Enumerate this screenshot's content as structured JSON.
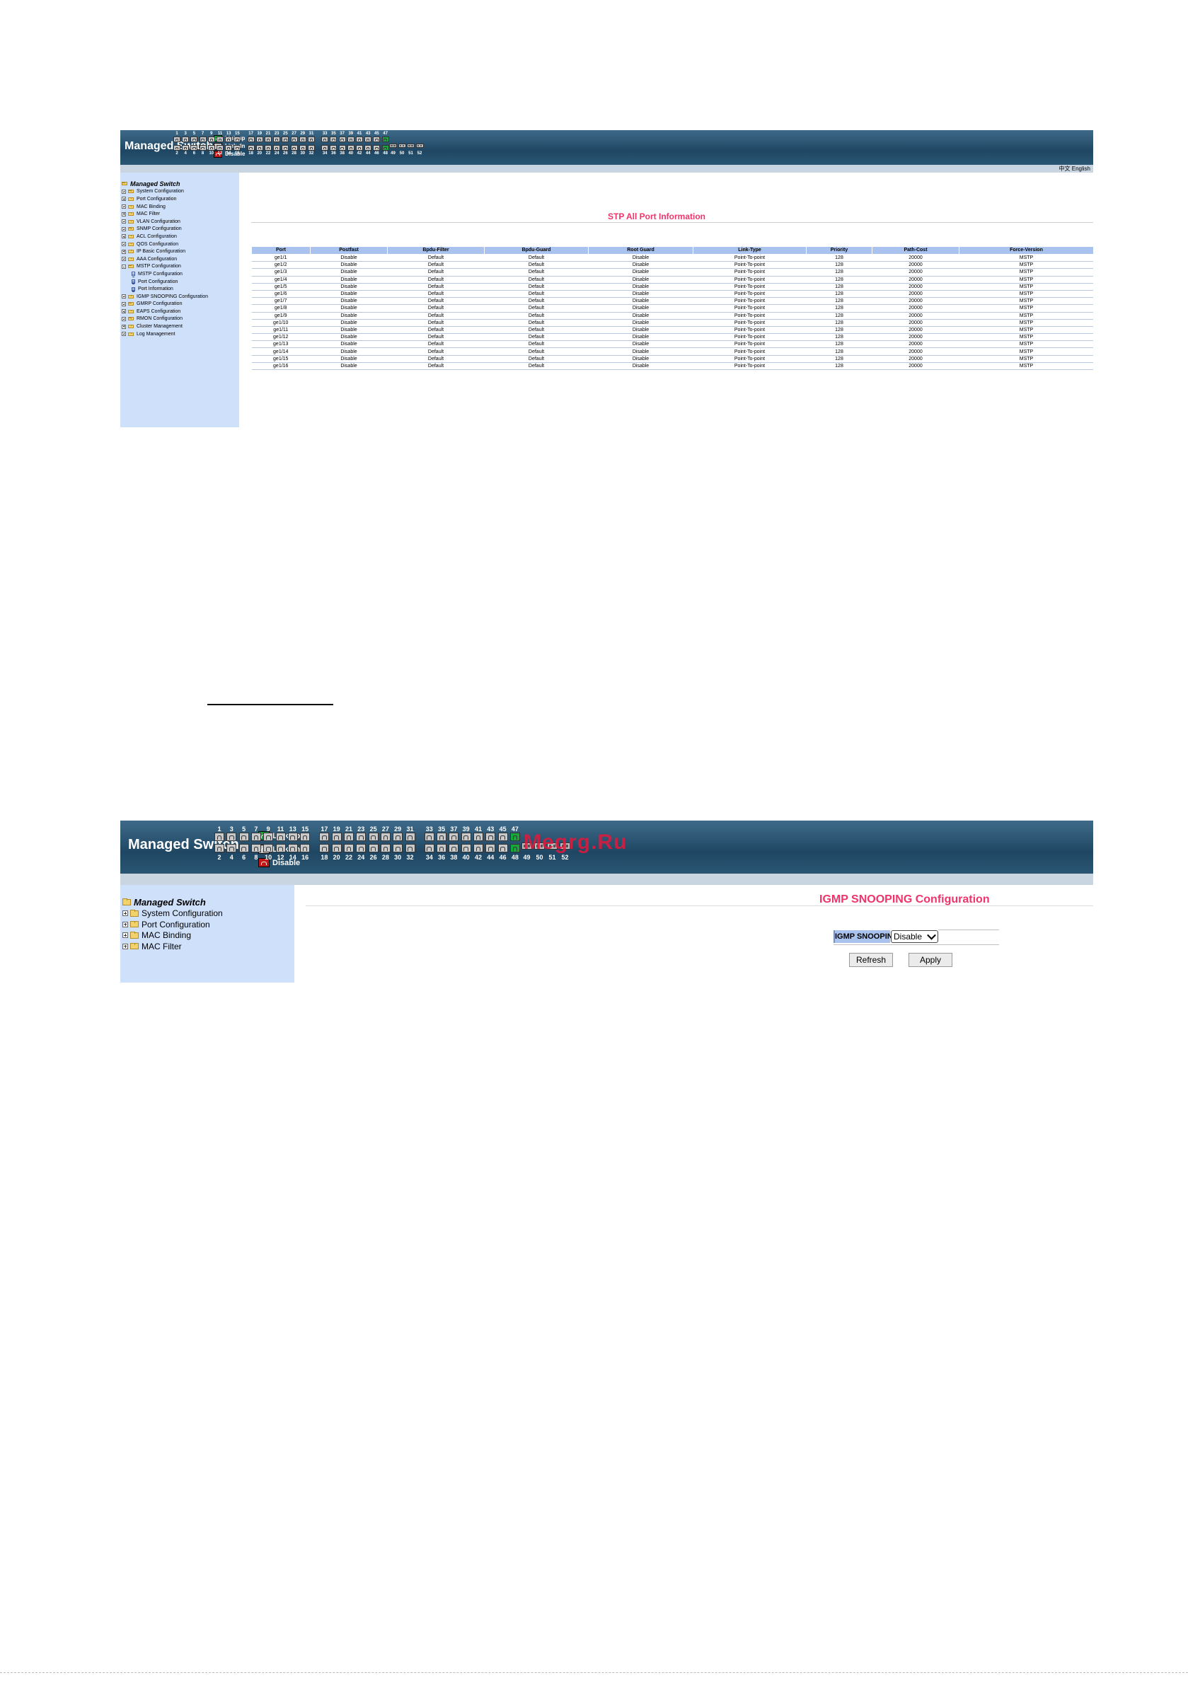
{
  "header": {
    "title": "Managed Switch",
    "legend": [
      {
        "label": "Link up",
        "color": "#16a83a"
      },
      {
        "label": "Link dn",
        "color": "#c9c9c9"
      },
      {
        "label": "Disable",
        "color": "#c01818"
      }
    ],
    "top_numbers": [
      "1",
      "3",
      "5",
      "7",
      "9",
      "11",
      "13",
      "15",
      "17",
      "19",
      "21",
      "23",
      "25",
      "27",
      "29",
      "31",
      "33",
      "35",
      "37",
      "39",
      "41",
      "43",
      "45",
      "47"
    ],
    "bottom_numbers": [
      "2",
      "4",
      "6",
      "8",
      "10",
      "12",
      "14",
      "16",
      "18",
      "20",
      "22",
      "24",
      "26",
      "28",
      "30",
      "32",
      "34",
      "36",
      "38",
      "40",
      "42",
      "44",
      "46",
      "48"
    ],
    "sfp_numbers": [
      "49",
      "50",
      "51",
      "52"
    ],
    "link_up_ports": [
      "47",
      "48"
    ]
  },
  "language": "中文  English",
  "sidebar": {
    "root": "Managed Switch",
    "items": [
      {
        "label": "System Configuration"
      },
      {
        "label": "Port Configuration"
      },
      {
        "label": "MAC Binding"
      },
      {
        "label": "MAC Filter"
      },
      {
        "label": "VLAN Configuration"
      },
      {
        "label": "SNMP Configuration"
      },
      {
        "label": "ACL Configuration"
      },
      {
        "label": "QOS Configuration"
      },
      {
        "label": "IP Basic Configuration"
      },
      {
        "label": "AAA Configuration"
      },
      {
        "label": "MSTP Configuration"
      },
      {
        "label": "MSTP Configuration",
        "child": true
      },
      {
        "label": "Port Configuration",
        "child": true
      },
      {
        "label": "Port Information",
        "child": true
      },
      {
        "label": "IGMP SNOOPING Configuration"
      },
      {
        "label": "GMRP Configuration"
      },
      {
        "label": "EAPS Configuration"
      },
      {
        "label": "RMON Configuration"
      },
      {
        "label": "Cluster Management"
      },
      {
        "label": "Log Management"
      }
    ]
  },
  "stp": {
    "title": "STP All Port Information",
    "columns": [
      "Port",
      "Postfast",
      "Bpdu-Filter",
      "Bpdu-Guard",
      "Root Guard",
      "Link-Type",
      "Priority",
      "Path-Cost",
      "Force-Version"
    ],
    "rows": [
      [
        "ge1/1",
        "Disable",
        "Default",
        "Default",
        "Disable",
        "Point-To-point",
        "128",
        "20000",
        "MSTP"
      ],
      [
        "ge1/2",
        "Disable",
        "Default",
        "Default",
        "Disable",
        "Point-To-point",
        "128",
        "20000",
        "MSTP"
      ],
      [
        "ge1/3",
        "Disable",
        "Default",
        "Default",
        "Disable",
        "Point-To-point",
        "128",
        "20000",
        "MSTP"
      ],
      [
        "ge1/4",
        "Disable",
        "Default",
        "Default",
        "Disable",
        "Point-To-point",
        "128",
        "20000",
        "MSTP"
      ],
      [
        "ge1/5",
        "Disable",
        "Default",
        "Default",
        "Disable",
        "Point-To-point",
        "128",
        "20000",
        "MSTP"
      ],
      [
        "ge1/6",
        "Disable",
        "Default",
        "Default",
        "Disable",
        "Point-To-point",
        "128",
        "20000",
        "MSTP"
      ],
      [
        "ge1/7",
        "Disable",
        "Default",
        "Default",
        "Disable",
        "Point-To-point",
        "128",
        "20000",
        "MSTP"
      ],
      [
        "ge1/8",
        "Disable",
        "Default",
        "Default",
        "Disable",
        "Point-To-point",
        "128",
        "20000",
        "MSTP"
      ],
      [
        "ge1/9",
        "Disable",
        "Default",
        "Default",
        "Disable",
        "Point-To-point",
        "128",
        "20000",
        "MSTP"
      ],
      [
        "ge1/10",
        "Disable",
        "Default",
        "Default",
        "Disable",
        "Point-To-point",
        "128",
        "20000",
        "MSTP"
      ],
      [
        "ge1/11",
        "Disable",
        "Default",
        "Default",
        "Disable",
        "Point-To-point",
        "128",
        "20000",
        "MSTP"
      ],
      [
        "ge1/12",
        "Disable",
        "Default",
        "Default",
        "Disable",
        "Point-To-point",
        "128",
        "20000",
        "MSTP"
      ],
      [
        "ge1/13",
        "Disable",
        "Default",
        "Default",
        "Disable",
        "Point-To-point",
        "128",
        "20000",
        "MSTP"
      ],
      [
        "ge1/14",
        "Disable",
        "Default",
        "Default",
        "Disable",
        "Point-To-point",
        "128",
        "20000",
        "MSTP"
      ],
      [
        "ge1/15",
        "Disable",
        "Default",
        "Default",
        "Disable",
        "Point-To-point",
        "128",
        "20000",
        "MSTP"
      ],
      [
        "ge1/16",
        "Disable",
        "Default",
        "Default",
        "Disable",
        "Point-To-point",
        "128",
        "20000",
        "MSTP"
      ]
    ]
  },
  "igmp_page": {
    "sidebar_items": [
      {
        "label": "System Configuration"
      },
      {
        "label": "Port Configuration"
      },
      {
        "label": "MAC Binding"
      },
      {
        "label": "MAC Filter"
      }
    ],
    "title": "IGMP SNOOPING Configuration",
    "field_label": "IGMP SNOOPING",
    "select_value": "Disable",
    "refresh_label": "Refresh",
    "apply_label": "Apply",
    "watermark": "Megrg.Ru"
  }
}
